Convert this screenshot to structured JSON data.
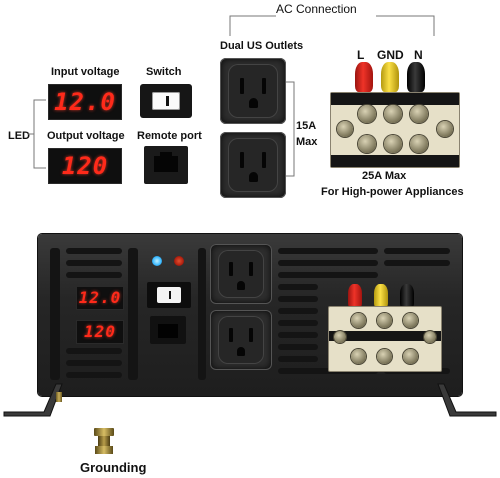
{
  "labels": {
    "ac_connection": "AC Connection",
    "dual_outlets": "Dual US Outlets",
    "input_voltage": "Input voltage",
    "switch": "Switch",
    "led": "LED",
    "output_voltage": "Output voltage",
    "remote_port": "Remote port",
    "amp_15": "15A",
    "max": "Max",
    "amp_25": "25A Max",
    "high_power": "For High-power Appliances",
    "grounding": "Grounding",
    "terminal_l": "L",
    "terminal_gnd": "GND",
    "terminal_n": "N"
  },
  "displays": {
    "input": "12.0",
    "output": "120",
    "panel_input": "12.0",
    "panel_output": "120"
  },
  "colors": {
    "case": "#2b2b2b",
    "led_red": "#ff2a1a",
    "terminal_red": "#e0201a",
    "terminal_yellow": "#f2d21a",
    "terminal_black": "#111111",
    "indicator_blue": "#39b8ff",
    "indicator_red": "#b02010"
  },
  "icons": [
    "rocker-switch-icon",
    "rj45-port-icon",
    "us-outlet-icon",
    "terminal-screw-icon",
    "grounding-bolt-icon"
  ]
}
